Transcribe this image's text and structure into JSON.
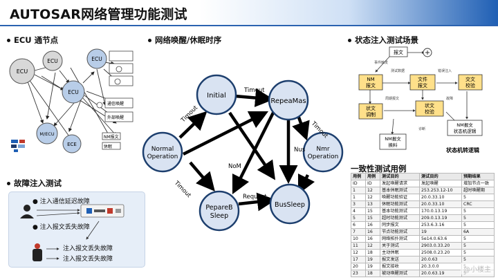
{
  "title": "AUTOSAR网络管理功能测试",
  "sections": {
    "ecu": "ECU 通节点",
    "wake": "网络唤醒/休眠时序",
    "state": "状态注入测试场景",
    "fault": "故障注入测试",
    "consistency": "一致性测试用例"
  },
  "ecu_diagram": {
    "nodes": [
      "ECU",
      "ECU",
      "ECU",
      "ECU",
      "M/ECU",
      "ECE"
    ],
    "notes": [
      "通信唤醒",
      "外部唤醒",
      "NM报文",
      "休眠"
    ]
  },
  "states": {
    "initial": "Initial",
    "repeat": "RepeaMas",
    "normal": "Normal\nOperation",
    "nmr": "Nmr\nOperation",
    "prepare": "PepareB\nSleep",
    "bussleep": "BusSleep"
  },
  "transitions": {
    "t1": "Timout",
    "t2": "Timout",
    "t3": "Timout",
    "t4": "Timout",
    "t5": "Nus",
    "t6": "NoM",
    "t7": "Request"
  },
  "state_injection": {
    "boxes": [
      "NM\n报文",
      "文件\n报文",
      "交文\n校验",
      "状文\n调制",
      "状文\n校验",
      "NM报文\n状态机逻辑",
      "NM报文\n换料"
    ],
    "top_box": "报文",
    "labels": [
      "事件触发",
      "测试数据",
      "错误注入",
      "周期报文",
      "故障",
      "诊断"
    ],
    "caption": "状态机转逻辑"
  },
  "fault_injection": {
    "items": [
      "注入通信延迟故障",
      "注入报文丢失故障",
      "注入报文丢失故障",
      "注入报文丢失故障"
    ]
  },
  "table": {
    "headers": [
      "用例",
      "用例",
      "测试目的",
      "测试目的",
      "预期结果"
    ],
    "rows": [
      [
        "ID",
        "ID",
        "发起唤醒请求",
        "发起唤醒",
        "增加节点一致"
      ],
      [
        "1",
        "12",
        "基本休眠测试",
        "253.253.12-10",
        "超时唤醒期"
      ],
      [
        "1",
        "12",
        "唤醒功能验证",
        "20.0.33.10",
        "5"
      ],
      [
        "3",
        "13",
        "休眠功能测试",
        "20.0.33.10",
        "CRC"
      ],
      [
        "4",
        "15",
        "基本功能测试",
        "170.0.13.19",
        "5"
      ],
      [
        "5",
        "15",
        "超时功能测试",
        "209.0.13.19",
        "5"
      ],
      [
        "6",
        "16",
        "同步报文",
        "253.6.3.16",
        "5"
      ],
      [
        "7",
        "16",
        "节点功能测试",
        "19",
        "6A"
      ],
      [
        "10",
        "16",
        "网络拓扑测试",
        "5e14.0.63.6",
        "5"
      ],
      [
        "11",
        "12",
        "关于测试",
        "2903.0.33.20",
        "5"
      ],
      [
        "12",
        "18",
        "主动休眠",
        "2508.0.23.20",
        "5"
      ],
      [
        "17",
        "19",
        "报文发送",
        "20.0.63",
        "5"
      ],
      [
        "20",
        "19",
        "报文接收",
        "20.3.0.0",
        "5"
      ],
      [
        "23",
        "18",
        "被动唤醒测试",
        "20.0.63.19",
        "5"
      ]
    ]
  },
  "watermark": "@小楼主",
  "colors": {
    "accent": "#1f5fb4",
    "node_fill": "#d9e3f2",
    "yellow": "#ffe08a",
    "ecu_gray": "#d8d8d8",
    "ecu_blue": "#b8cde8"
  }
}
